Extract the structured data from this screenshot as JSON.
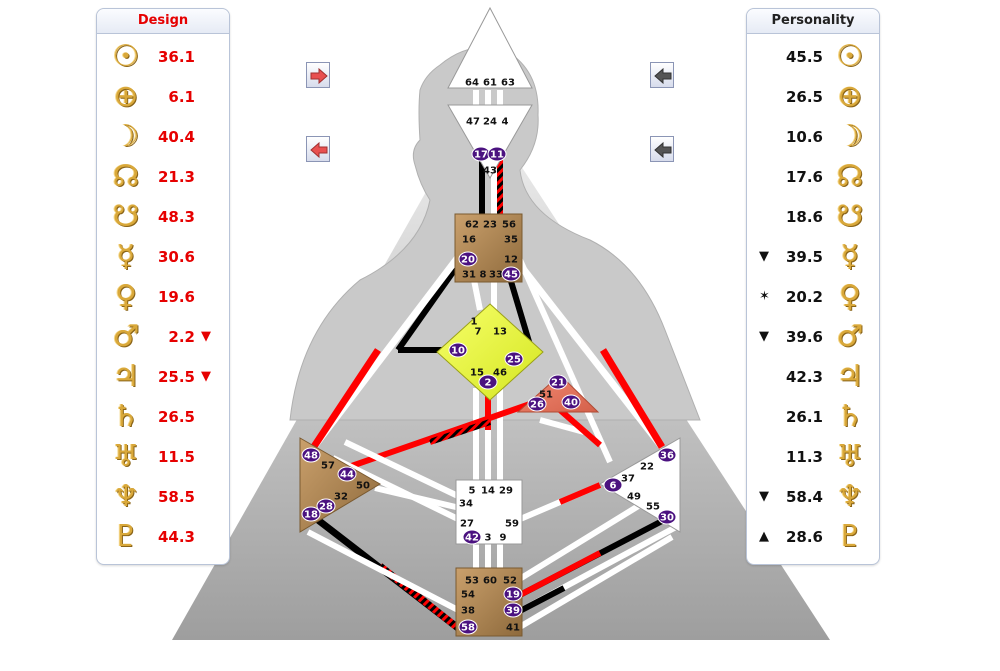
{
  "design": {
    "title": "Design",
    "color": "#e60000",
    "rows": [
      {
        "planet": "sun-icon",
        "glyph": "☉",
        "value": "36.1",
        "marker": ""
      },
      {
        "planet": "earth-icon",
        "glyph": "⊕",
        "value": "6.1",
        "marker": ""
      },
      {
        "planet": "moon-icon",
        "glyph": "☽",
        "value": "40.4",
        "marker": ""
      },
      {
        "planet": "north-node-icon",
        "glyph": "☊",
        "value": "21.3",
        "marker": ""
      },
      {
        "planet": "south-node-icon",
        "glyph": "☋",
        "value": "48.3",
        "marker": ""
      },
      {
        "planet": "mercury-icon",
        "glyph": "☿",
        "value": "30.6",
        "marker": ""
      },
      {
        "planet": "venus-icon",
        "glyph": "♀",
        "value": "19.6",
        "marker": ""
      },
      {
        "planet": "mars-icon",
        "glyph": "♂",
        "value": "2.2",
        "marker": "▼"
      },
      {
        "planet": "jupiter-icon",
        "glyph": "♃",
        "value": "25.5",
        "marker": "▼"
      },
      {
        "planet": "saturn-icon",
        "glyph": "♄",
        "value": "26.5",
        "marker": ""
      },
      {
        "planet": "uranus-icon",
        "glyph": "♅",
        "value": "11.5",
        "marker": ""
      },
      {
        "planet": "neptune-icon",
        "glyph": "♆",
        "value": "58.5",
        "marker": ""
      },
      {
        "planet": "pluto-icon",
        "glyph": "♇",
        "value": "44.3",
        "marker": ""
      }
    ]
  },
  "personality": {
    "title": "Personality",
    "color": "#111111",
    "rows": [
      {
        "planet": "sun-icon",
        "glyph": "☉",
        "value": "45.5",
        "marker": ""
      },
      {
        "planet": "earth-icon",
        "glyph": "⊕",
        "value": "26.5",
        "marker": ""
      },
      {
        "planet": "moon-icon",
        "glyph": "☽",
        "value": "10.6",
        "marker": ""
      },
      {
        "planet": "north-node-icon",
        "glyph": "☊",
        "value": "17.6",
        "marker": ""
      },
      {
        "planet": "south-node-icon",
        "glyph": "☋",
        "value": "18.6",
        "marker": ""
      },
      {
        "planet": "mercury-icon",
        "glyph": "☿",
        "value": "39.5",
        "marker": "▼"
      },
      {
        "planet": "venus-icon",
        "glyph": "♀",
        "value": "20.2",
        "marker": "✶"
      },
      {
        "planet": "mars-icon",
        "glyph": "♂",
        "value": "39.6",
        "marker": "▼"
      },
      {
        "planet": "jupiter-icon",
        "glyph": "♃",
        "value": "42.3",
        "marker": ""
      },
      {
        "planet": "saturn-icon",
        "glyph": "♄",
        "value": "26.1",
        "marker": ""
      },
      {
        "planet": "uranus-icon",
        "glyph": "♅",
        "value": "11.3",
        "marker": ""
      },
      {
        "planet": "neptune-icon",
        "glyph": "♆",
        "value": "58.4",
        "marker": "▼"
      },
      {
        "planet": "pluto-icon",
        "glyph": "♇",
        "value": "28.6",
        "marker": "▲"
      }
    ]
  },
  "nav": [
    {
      "name": "design-forward-button",
      "icon": "arrow-right-icon",
      "color": "#e85050"
    },
    {
      "name": "design-back-button",
      "icon": "arrow-left-icon",
      "color": "#e85050"
    },
    {
      "name": "personality-back-button",
      "icon": "arrow-left-icon",
      "color": "#555555"
    },
    {
      "name": "personality-back-2-button",
      "icon": "arrow-left-icon",
      "color": "#555555"
    }
  ],
  "colors": {
    "design": "#ff0000",
    "personality": "#000000",
    "activation": "#4b1280"
  },
  "centers": {
    "head": {
      "gates": [
        "64",
        "61",
        "63"
      ]
    },
    "ajna": {
      "gates": [
        "47",
        "24",
        "4",
        "17",
        "11",
        "43"
      ]
    },
    "throat": {
      "gates": [
        "62",
        "23",
        "56",
        "16",
        "35",
        "20",
        "12",
        "31",
        "8",
        "33",
        "45"
      ]
    },
    "g": {
      "gates": [
        "1",
        "7",
        "13",
        "10",
        "25",
        "15",
        "46",
        "2"
      ]
    },
    "heart": {
      "gates": [
        "21",
        "51",
        "26",
        "40"
      ]
    },
    "spleen": {
      "gates": [
        "48",
        "57",
        "44",
        "50",
        "32",
        "28",
        "18"
      ]
    },
    "sacral": {
      "gates": [
        "5",
        "14",
        "29",
        "34",
        "27",
        "59",
        "42",
        "3",
        "9"
      ]
    },
    "solar": {
      "gates": [
        "36",
        "22",
        "37",
        "6",
        "49",
        "55",
        "30"
      ]
    },
    "root": {
      "gates": [
        "53",
        "60",
        "52",
        "54",
        "19",
        "38",
        "39",
        "58",
        "41"
      ]
    }
  },
  "active_gates": [
    "17",
    "11",
    "20",
    "45",
    "10",
    "25",
    "2",
    "21",
    "26",
    "40",
    "48",
    "44",
    "18",
    "28",
    "42",
    "36",
    "6",
    "30",
    "19",
    "39",
    "58"
  ]
}
